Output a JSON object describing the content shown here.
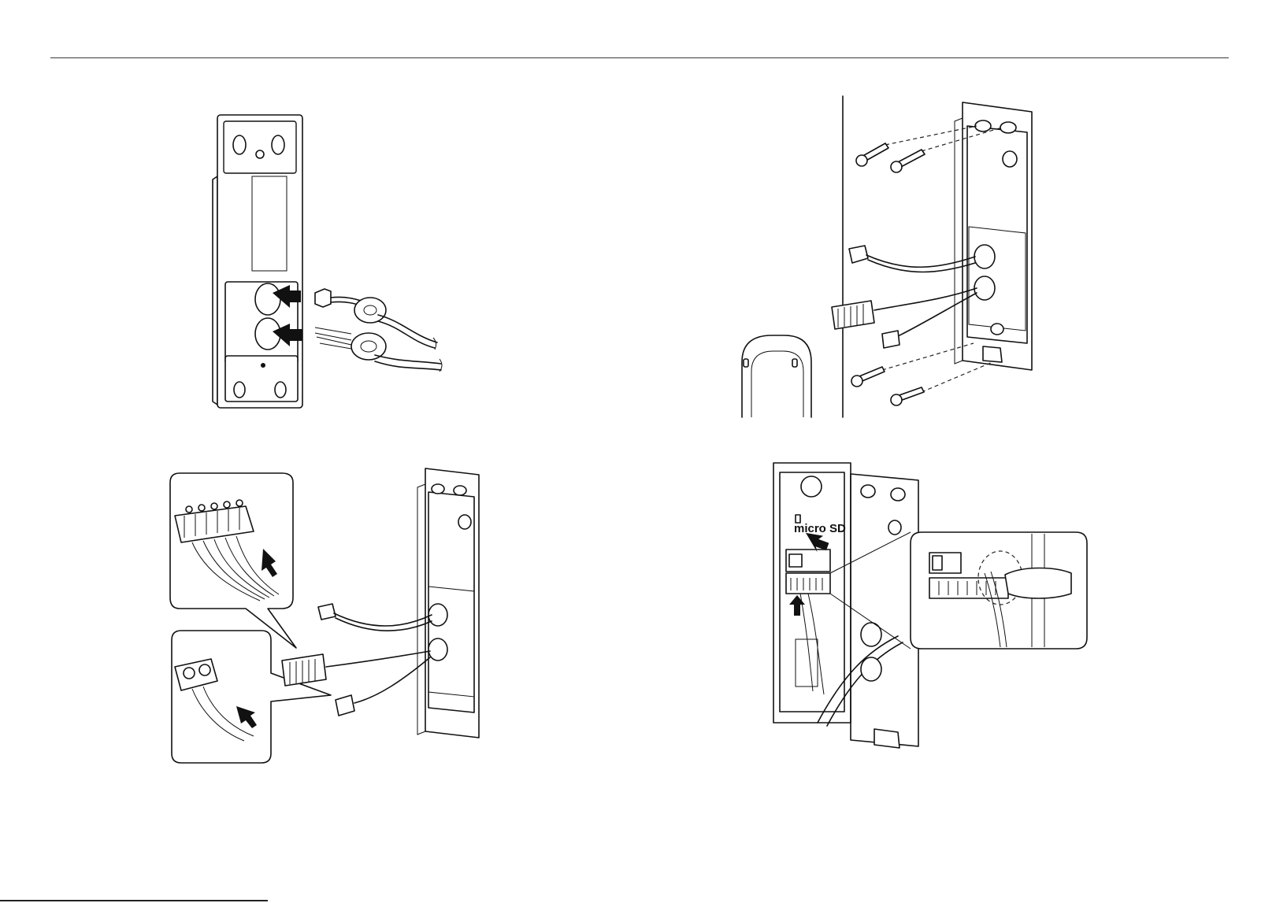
{
  "document": {
    "type": "installation-illustrations",
    "figures": [
      {
        "id": "grommet-insertion"
      },
      {
        "id": "wall-mount-screws"
      },
      {
        "id": "connector-wiring"
      },
      {
        "id": "connect-cables-to-camera"
      }
    ]
  },
  "labels": {
    "micro_sd": "micro SD"
  },
  "colors": {
    "line": "#111111",
    "background": "#ffffff",
    "rule": "#3a3a3a"
  }
}
